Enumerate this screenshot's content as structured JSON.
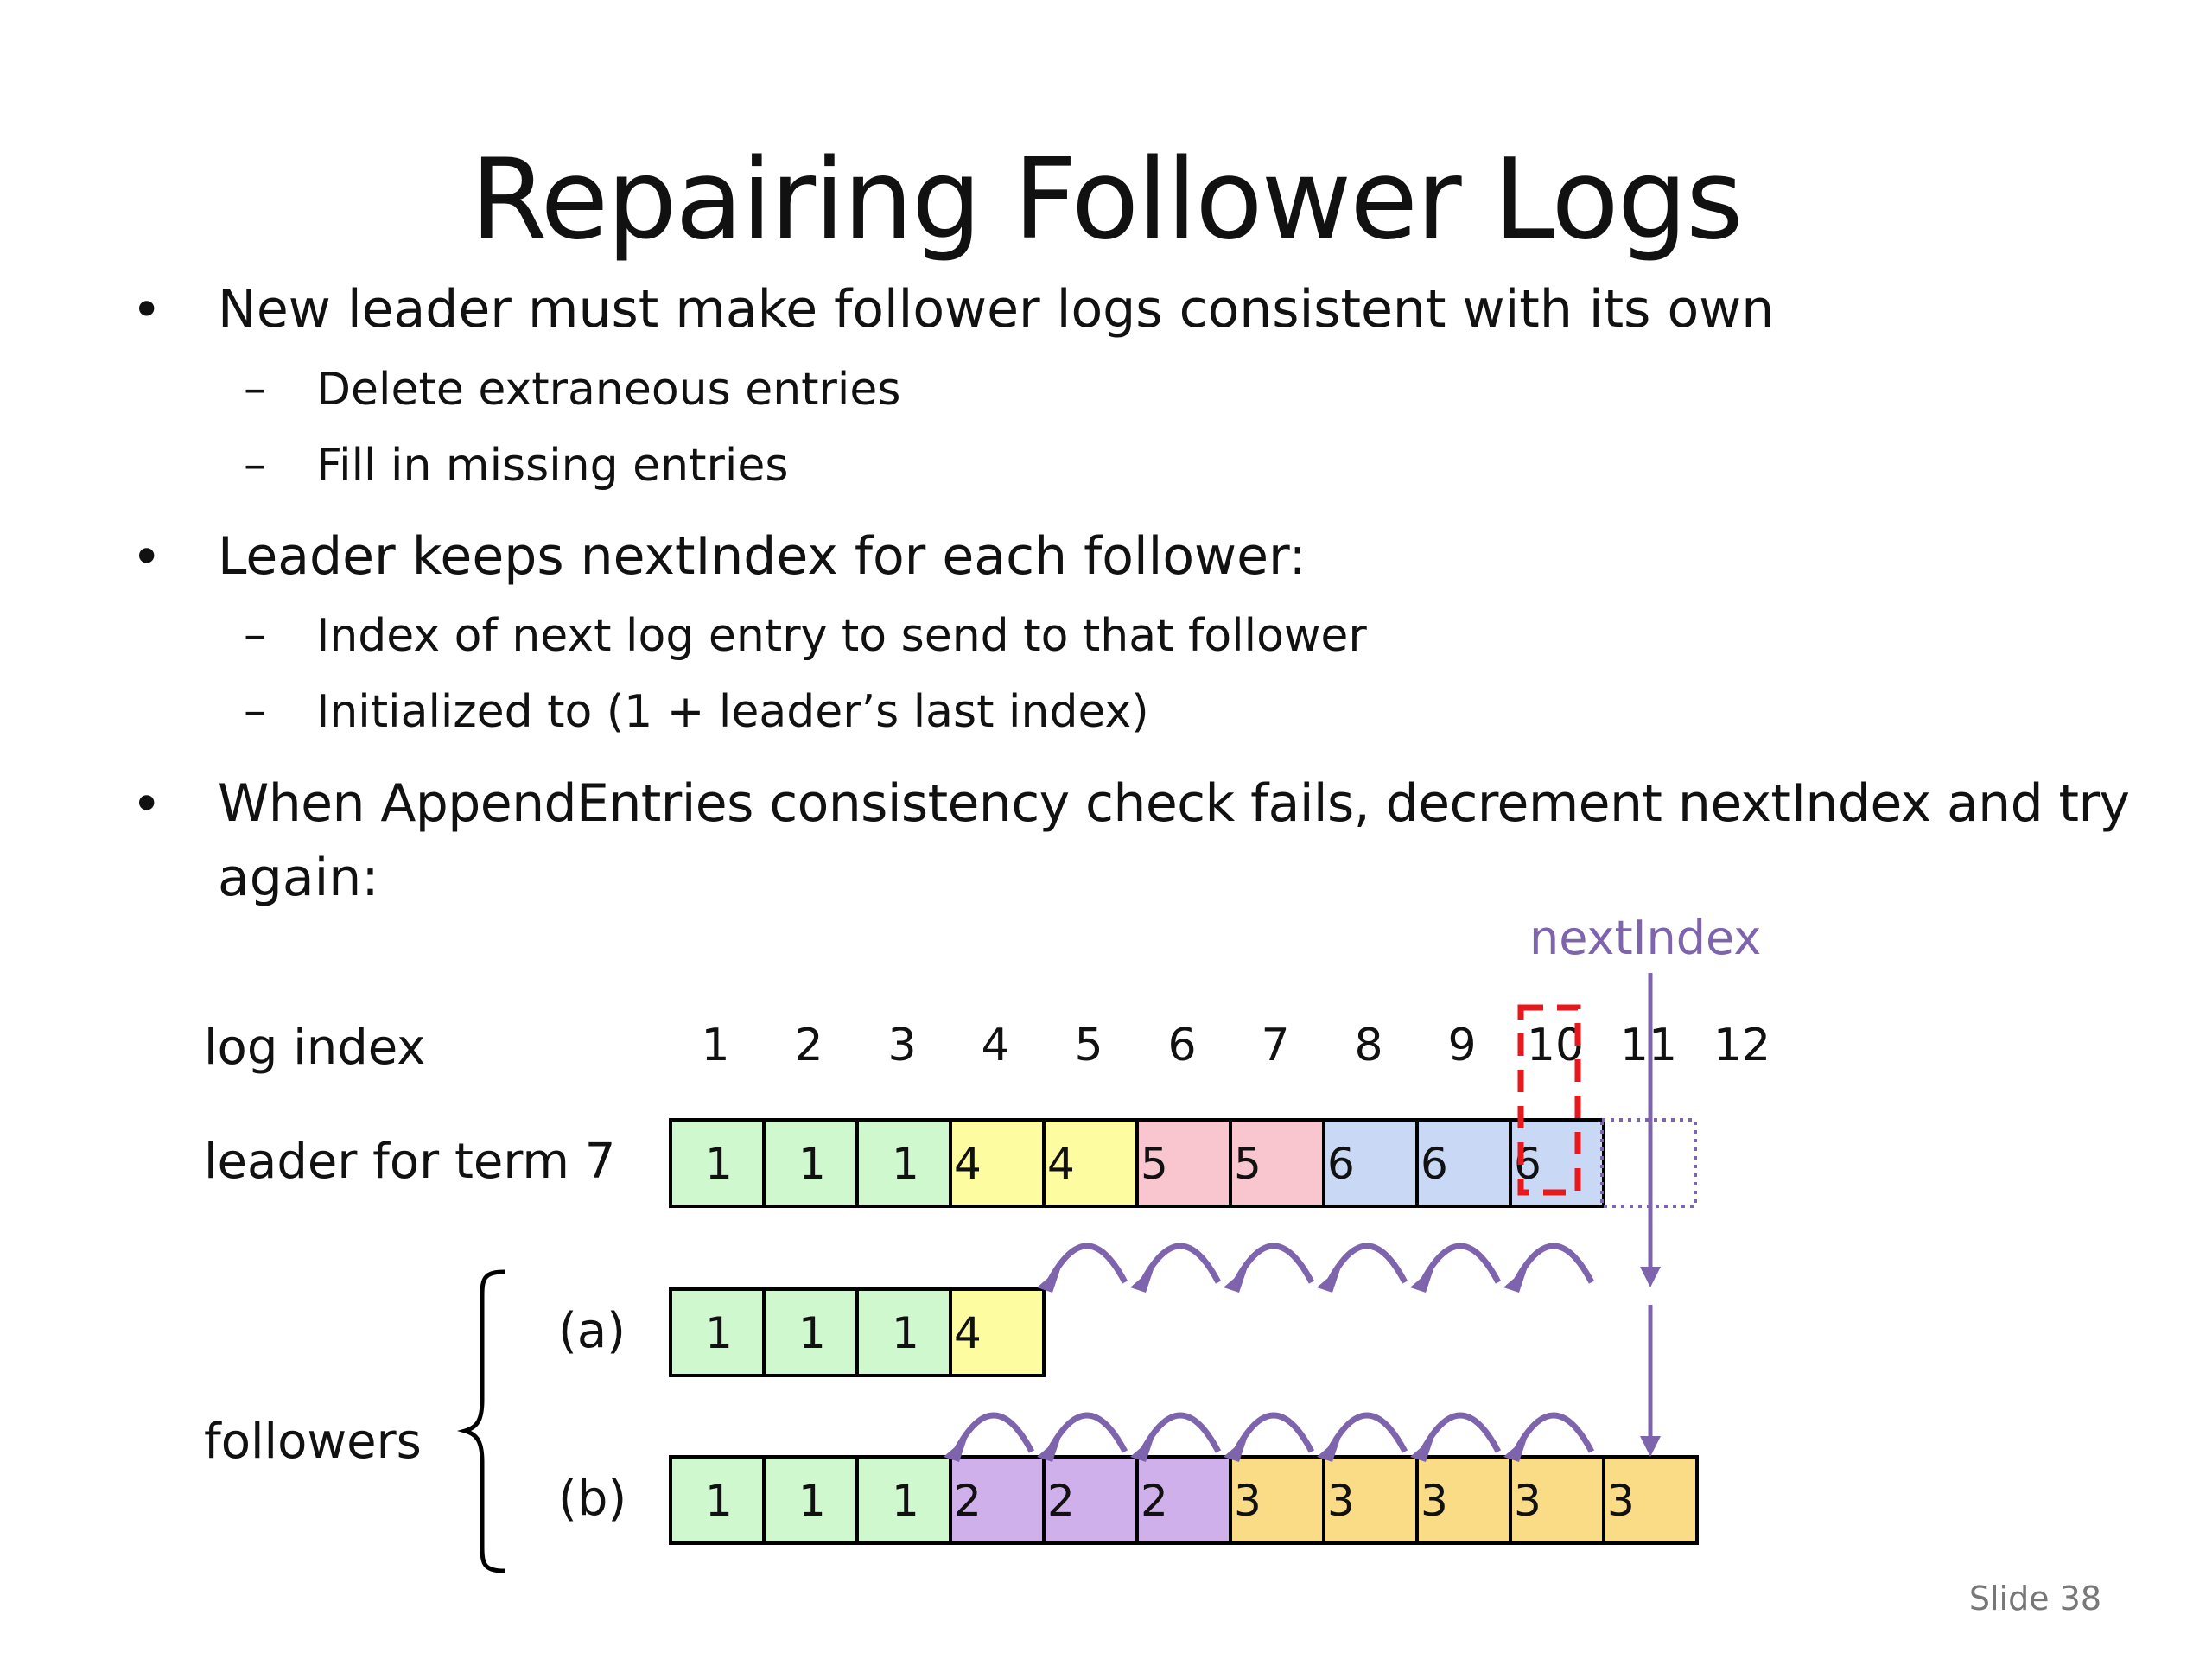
{
  "title": "Repairing Follower Logs",
  "bullets": [
    {
      "text": "New leader must make follower logs consistent with its own",
      "subs": [
        "Delete extraneous entries",
        "Fill in missing entries"
      ]
    },
    {
      "text": "Leader keeps nextIndex for each follower:",
      "subs": [
        "Index of next log entry to send to that follower",
        "Initialized to (1 + leader’s last index)"
      ]
    },
    {
      "text_line1": "When AppendEntries consistency check fails, decrement nextIndex and try",
      "text_line2": "again:"
    }
  ],
  "bullet_glyph": "•",
  "dash_glyph": "–",
  "diagram": {
    "log_index_label": "log index",
    "indices": [
      "1",
      "2",
      "3",
      "4",
      "5",
      "6",
      "7",
      "8",
      "9",
      "10",
      "11",
      "12"
    ],
    "leader_label": "leader for term 7",
    "leader_terms": [
      "1",
      "1",
      "1",
      "4",
      "4",
      "5",
      "5",
      "6",
      "6",
      "6"
    ],
    "followers_label": "followers",
    "follower_a_label": "(a)",
    "follower_a_terms": [
      "1",
      "1",
      "1",
      "4"
    ],
    "follower_b_label": "(b)",
    "follower_b_terms": [
      "1",
      "1",
      "1",
      "2",
      "2",
      "2",
      "3",
      "3",
      "3",
      "3",
      "3"
    ],
    "next_index_label": "nextIndex",
    "term_colors": {
      "1": "#cff8cf",
      "2": "#cfb0ea",
      "3": "#fbdc86",
      "4": "#fdfca0",
      "5": "#f9c5cf",
      "6": "#c9d8f4"
    },
    "arrow_color": "#7e64ad",
    "highlight_color": "#e8191c"
  },
  "footer": "Slide 38"
}
